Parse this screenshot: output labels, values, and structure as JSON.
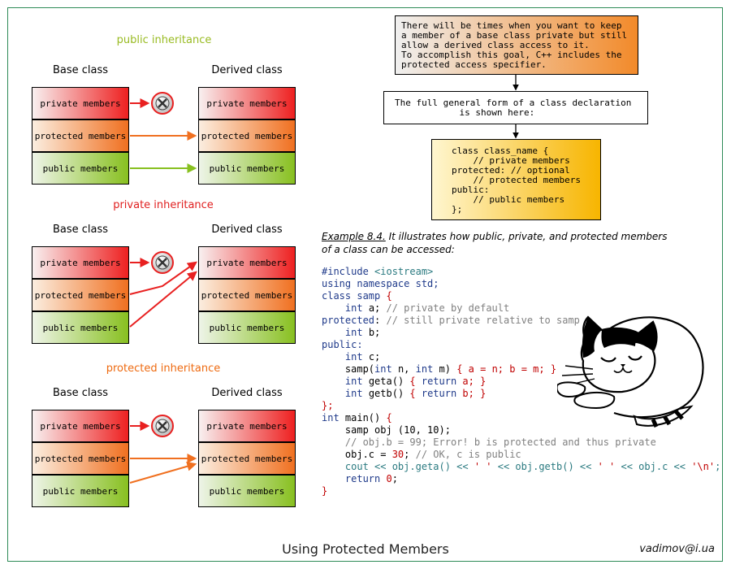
{
  "sections": [
    {
      "title": "public inheritance",
      "title_color": "#99bb22"
    },
    {
      "title": "private inheritance",
      "title_color": "#e02020"
    },
    {
      "title": "protected inheritance",
      "title_color": "#ee6a10"
    }
  ],
  "labels": {
    "base_class": "Base class",
    "derived_class": "Derived class",
    "private_members": "private members",
    "protected_members": "protected members",
    "public_members": "public members"
  },
  "flow": {
    "box1": "There will be times when you want to keep\na member of a base class private but still\nallow a derived class access to it.\nTo accomplish this goal, C++ includes the\nprotected access specifier.",
    "box2": "The full general form of a class declaration\n            is shown here:",
    "box3": "class class_name {\n    // private members\nprotected: // optional\n    // protected members\npublic:\n    // public members\n};"
  },
  "example": {
    "label": "Example 8.4.",
    "text_line1": " It illustrates how public, private, and protected members",
    "text_line2": "of a class can be accessed:"
  },
  "code": {
    "l1a": "#include ",
    "l1b": "<iostream>",
    "l2": "using namespace std;",
    "l3a": "class samp ",
    "l3b": "{",
    "l4a": "    ",
    "l4b": "int",
    " l4c": " a; ",
    "l4d": "// private by default",
    "l5a": "protected",
    ":": ":",
    "l5c": " // still private relative to samp",
    "l6a": "    ",
    "l6b": "int",
    "l6c": " b;",
    "l7a": "public",
    ":l7": ":",
    "l8a": "    ",
    "l8b": "int",
    "l8c": " c;",
    "l9": "    samp(int n, int m) { a = n; b = m; }",
    "l10": "    int geta() { return a; }",
    "l11": "    int getb() { return b; }",
    "l12": "};",
    "l13a": "int",
    " l13b": " main() {",
    "l14": "    samp obj (10, 10);",
    "l15": "    // obj.b = 99; Error! b is protected and thus private",
    "l16a": "    obj.c = 30; ",
    "l16b": "// OK, c is public",
    "l17": "    cout << obj.geta() << ' ' << obj.getb() << ' ' << obj.c << '\\n';",
    "l18": "    return 0;",
    "l19": "}"
  },
  "footer": {
    "title": "Using Protected Members",
    "author": "vadimov@i.ua"
  },
  "colors": {
    "frame": "#2e8b57",
    "red_arrow": "#e82020",
    "orange_arrow": "#f07020",
    "green_arrow": "#88c020"
  }
}
